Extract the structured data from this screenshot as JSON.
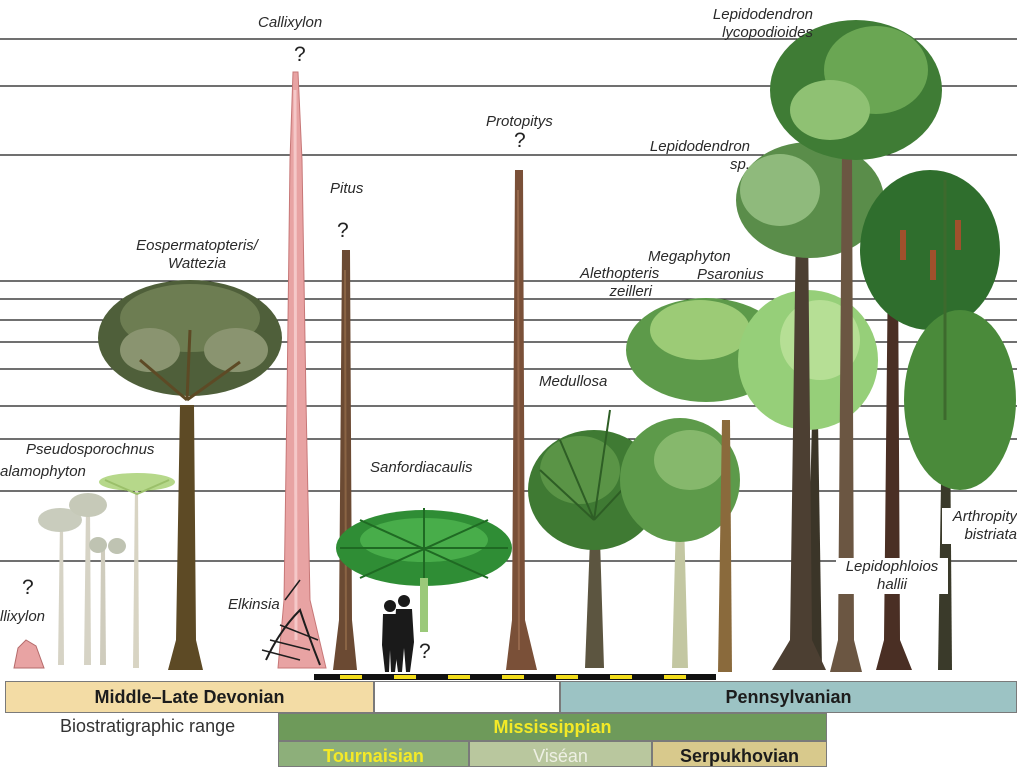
{
  "plants": {
    "callixylon_small": "llixylon",
    "calamophyton": "alamophyton",
    "pseudosporochnus": "Pseudosporochnus",
    "eospermatopteris_1": "Eospermatopteris/",
    "eospermatopteris_2": "Wattezia",
    "callixylon": "Callixylon",
    "pitus": "Pitus",
    "elkinsia": "Elkinsia",
    "sanfordiacaulis": "Sanfordiacaulis",
    "protopitys": "Protopitys",
    "medullosa": "Medullosa",
    "alethopteris_1": "Alethopteris",
    "alethopteris_2": "zeilleri",
    "megaphyton": "Megaphyton",
    "psaronius": "Psaronius",
    "lepidodendron_sp_1": "Lepidodendron",
    "lepidodendron_sp_2": "sp.",
    "lepidodendron_lyco_1": "Lepidodendron",
    "lepidodendron_lyco_2": "lycopodioides",
    "lepidophloios_1": "Lepidophloios",
    "lepidophloios_2": "hallii",
    "arthropitys_1": "Arthropity",
    "arthropitys_2": "bistriata"
  },
  "question_marks": [
    "?",
    "?",
    "?",
    "?",
    "?"
  ],
  "periods": {
    "devonian": "Middle–Late Devonian",
    "pennsylvanian": "Pennsylvanian",
    "mississippian": "Mississippian",
    "tournaisian": "Tournaisian",
    "visean": "Viséan",
    "serpukhovian": "Serpukhovian"
  },
  "biostratigraphic_label": "Biostratigraphic range",
  "colors": {
    "devonian": "#f3dca5",
    "pennsylvanian": "#9cc3c4",
    "mississippian": "#6e9a5a",
    "tournaisian": "#8daf7a",
    "visean": "#b9c79e",
    "serpukhovian": "#d8c98c",
    "highlight_text": "#f4ea27",
    "callixylon_trunk": "#e8a3a3",
    "trunk_brown": "#6b4a33",
    "foliage_green": "#3f7a33",
    "scale_yellow": "#f2dc1b"
  }
}
